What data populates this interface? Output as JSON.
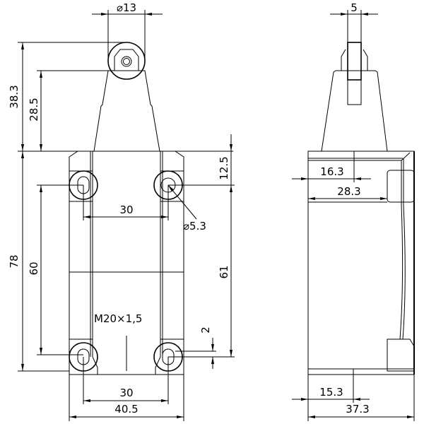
{
  "front_view": {
    "roller_diameter": "⌀13",
    "total_height_above_body": "38.3",
    "plunger_height": "28.5",
    "body_height": "78",
    "hole_vertical_spacing_left": "60",
    "hole_horizontal_spacing_top": "30",
    "hole_diameter": "⌀5.3",
    "top_hole_offset": "12.5",
    "hole_vertical_spacing_right": "61",
    "bottom_offset": "2",
    "hole_horizontal_spacing_bottom": "30",
    "body_width": "40.5",
    "thread_label": "M20×1,5"
  },
  "side_view": {
    "roller_width": "5",
    "roller_offset": "16.3",
    "button_offset": "28.3",
    "bottom_offset": "15.3",
    "body_depth": "37.3"
  }
}
